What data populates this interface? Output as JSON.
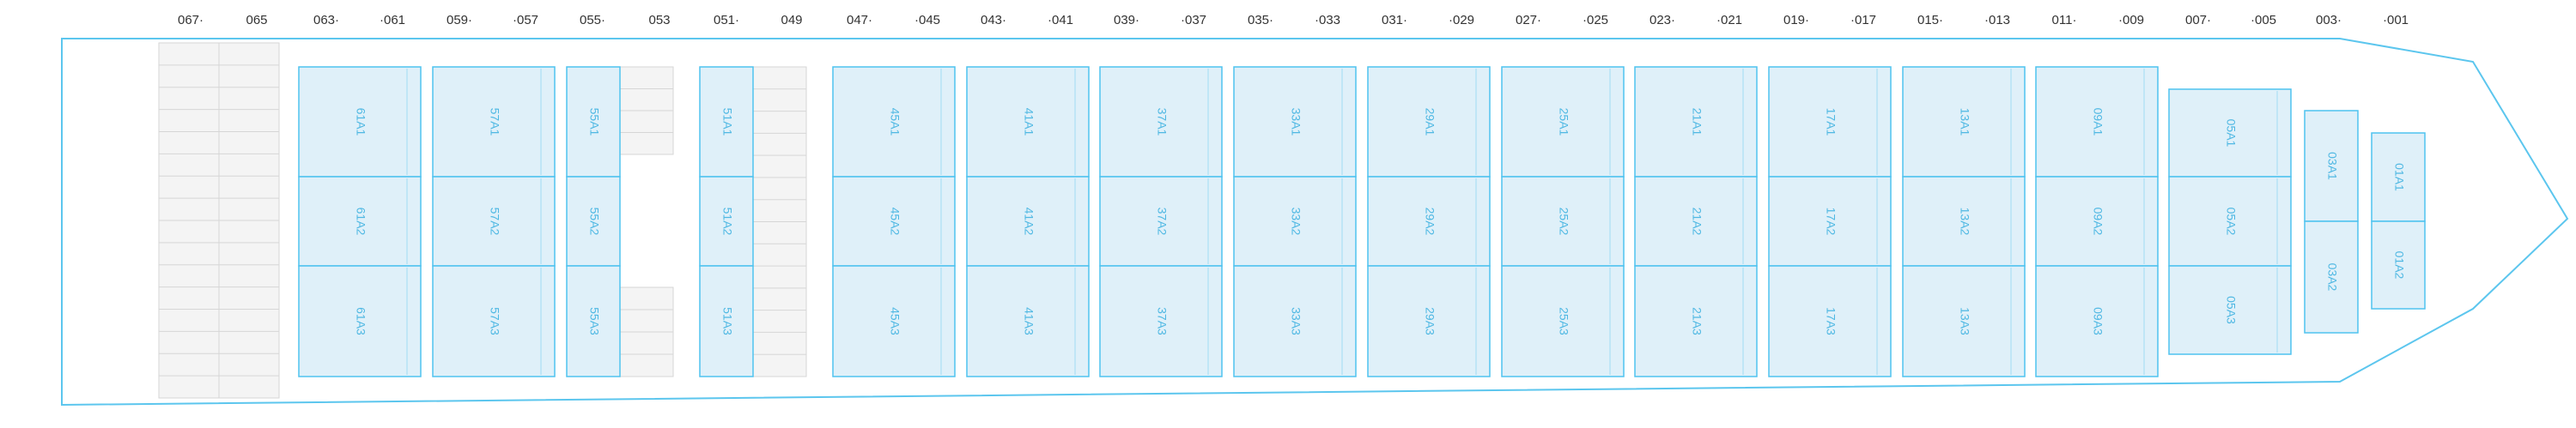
{
  "colors": {
    "hull_stroke": "#5cc6ee",
    "slot_fill": "#dff0f9",
    "slot_stroke": "#4fc3ef",
    "slot_text": "#4fb8e3",
    "empty_fill": "#f4f4f4",
    "empty_stroke": "#d6d6d6",
    "bay_text": "#333333"
  },
  "bay_labels": [
    "067·",
    "065",
    "063·",
    "·061",
    "059·",
    "·057",
    "055·",
    "053",
    "051·",
    "049",
    "047·",
    "·045",
    "043·",
    "·041",
    "039·",
    "·037",
    "035·",
    "·033",
    "031·",
    "·029",
    "027·",
    "·025",
    "023·",
    "·021",
    "019·",
    "·017",
    "015·",
    "·013",
    "011·",
    "·009",
    "007·",
    "·005",
    "003·",
    "·001"
  ],
  "holds": [
    {
      "slots": [
        "61A1",
        "61A2",
        "61A3"
      ]
    },
    {
      "slots": [
        "57A1",
        "57A2",
        "57A3"
      ]
    },
    {
      "slots": [
        "55A1",
        "55A2",
        "55A3"
      ]
    },
    {
      "slots": [
        "51A1",
        "51A2",
        "51A3"
      ]
    },
    {
      "slots": [
        "45A1",
        "45A2",
        "45A3"
      ]
    },
    {
      "slots": [
        "41A1",
        "41A2",
        "41A3"
      ]
    },
    {
      "slots": [
        "37A1",
        "37A2",
        "37A3"
      ]
    },
    {
      "slots": [
        "33A1",
        "33A2",
        "33A3"
      ]
    },
    {
      "slots": [
        "29A1",
        "29A2",
        "29A3"
      ]
    },
    {
      "slots": [
        "25A1",
        "25A2",
        "25A3"
      ]
    },
    {
      "slots": [
        "21A1",
        "21A2",
        "21A3"
      ]
    },
    {
      "slots": [
        "17A1",
        "17A2",
        "17A3"
      ]
    },
    {
      "slots": [
        "13A1",
        "13A2",
        "13A3"
      ]
    },
    {
      "slots": [
        "09A1",
        "09A2",
        "09A3"
      ]
    },
    {
      "slots": [
        "05A1",
        "05A2",
        "05A3"
      ]
    },
    {
      "slots": [
        "03A1",
        "03A2"
      ]
    },
    {
      "slots": [
        "01A1",
        "01A2"
      ]
    }
  ]
}
